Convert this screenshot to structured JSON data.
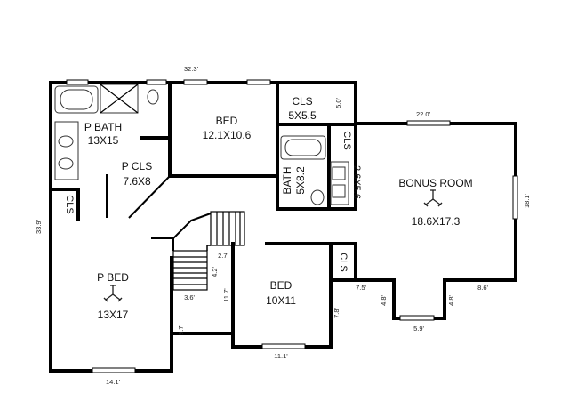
{
  "rooms": {
    "p_bath": {
      "name": "P BATH",
      "size": "13X15"
    },
    "p_cls": {
      "name": "P CLS",
      "size": "7.6X8"
    },
    "bed_top": {
      "name": "BED",
      "size": "12.1X10.6"
    },
    "cls_top": {
      "name": "CLS",
      "size": "5X5.5"
    },
    "cls_side": {
      "name": "CLS"
    },
    "bath": {
      "name": "BATH",
      "size": "5X8.2"
    },
    "closet_small": {
      "size": "2.6X5.6"
    },
    "bonus": {
      "name": "BONUS ROOM",
      "size": "18.6X17.3"
    },
    "cls_left": {
      "name": "CLS"
    },
    "p_bed": {
      "name": "P BED",
      "size": "13X17"
    },
    "bed_bottom": {
      "name": "BED",
      "size": "10X11"
    },
    "cls_mid": {
      "name": "CLS"
    }
  },
  "dimensions": {
    "top_width": "32.3'",
    "cls_depth": "5.0'",
    "bonus_width": "22.0'",
    "bonus_height": "18.1'",
    "left_height": "33.9'",
    "stair_a": "2.7'",
    "stair_b": "4.2'",
    "stair_c": "3.6'",
    "bed_left": "11.7'",
    "bed_right": "7.8'",
    "bed_bottom": "11.1'",
    "step_a": "7.5'",
    "step_b": "4.8'",
    "step_c": "4.8'",
    "step_d": "8.6'",
    "bay": "5.9'",
    "pbed_side": "9.7'",
    "pbed_bottom": "14.1'"
  }
}
